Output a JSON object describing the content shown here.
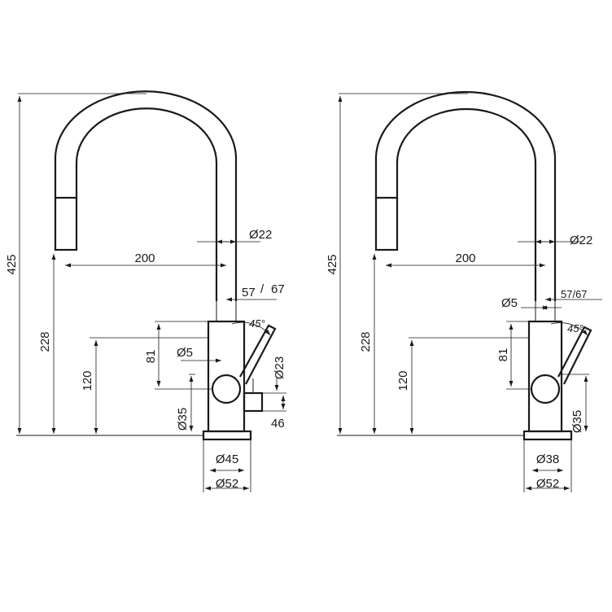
{
  "left": {
    "height_total": "425",
    "height_outlet": "228",
    "height_body": "120",
    "reach": "200",
    "spout_dia": "Ø22",
    "handle_offset": "57",
    "handle_sep": "/",
    "handle_offset_alt": "67",
    "angle": "45°",
    "lever_height": "81",
    "lever_dia": "Ø5",
    "lever_base_dia": "Ø23",
    "side_dim": "46",
    "body_dia": "Ø35",
    "base_dia": "Ø45",
    "plate_dia": "Ø52"
  },
  "right": {
    "height_total": "425",
    "height_outlet": "228",
    "height_body": "120",
    "reach": "200",
    "spout_dia": "Ø22",
    "handle_offset": "57/67",
    "angle": "45°",
    "lever_height": "81",
    "lever_dia": "Ø5",
    "body_dia": "Ø35",
    "base_dia": "Ø38",
    "plate_dia": "Ø52"
  }
}
